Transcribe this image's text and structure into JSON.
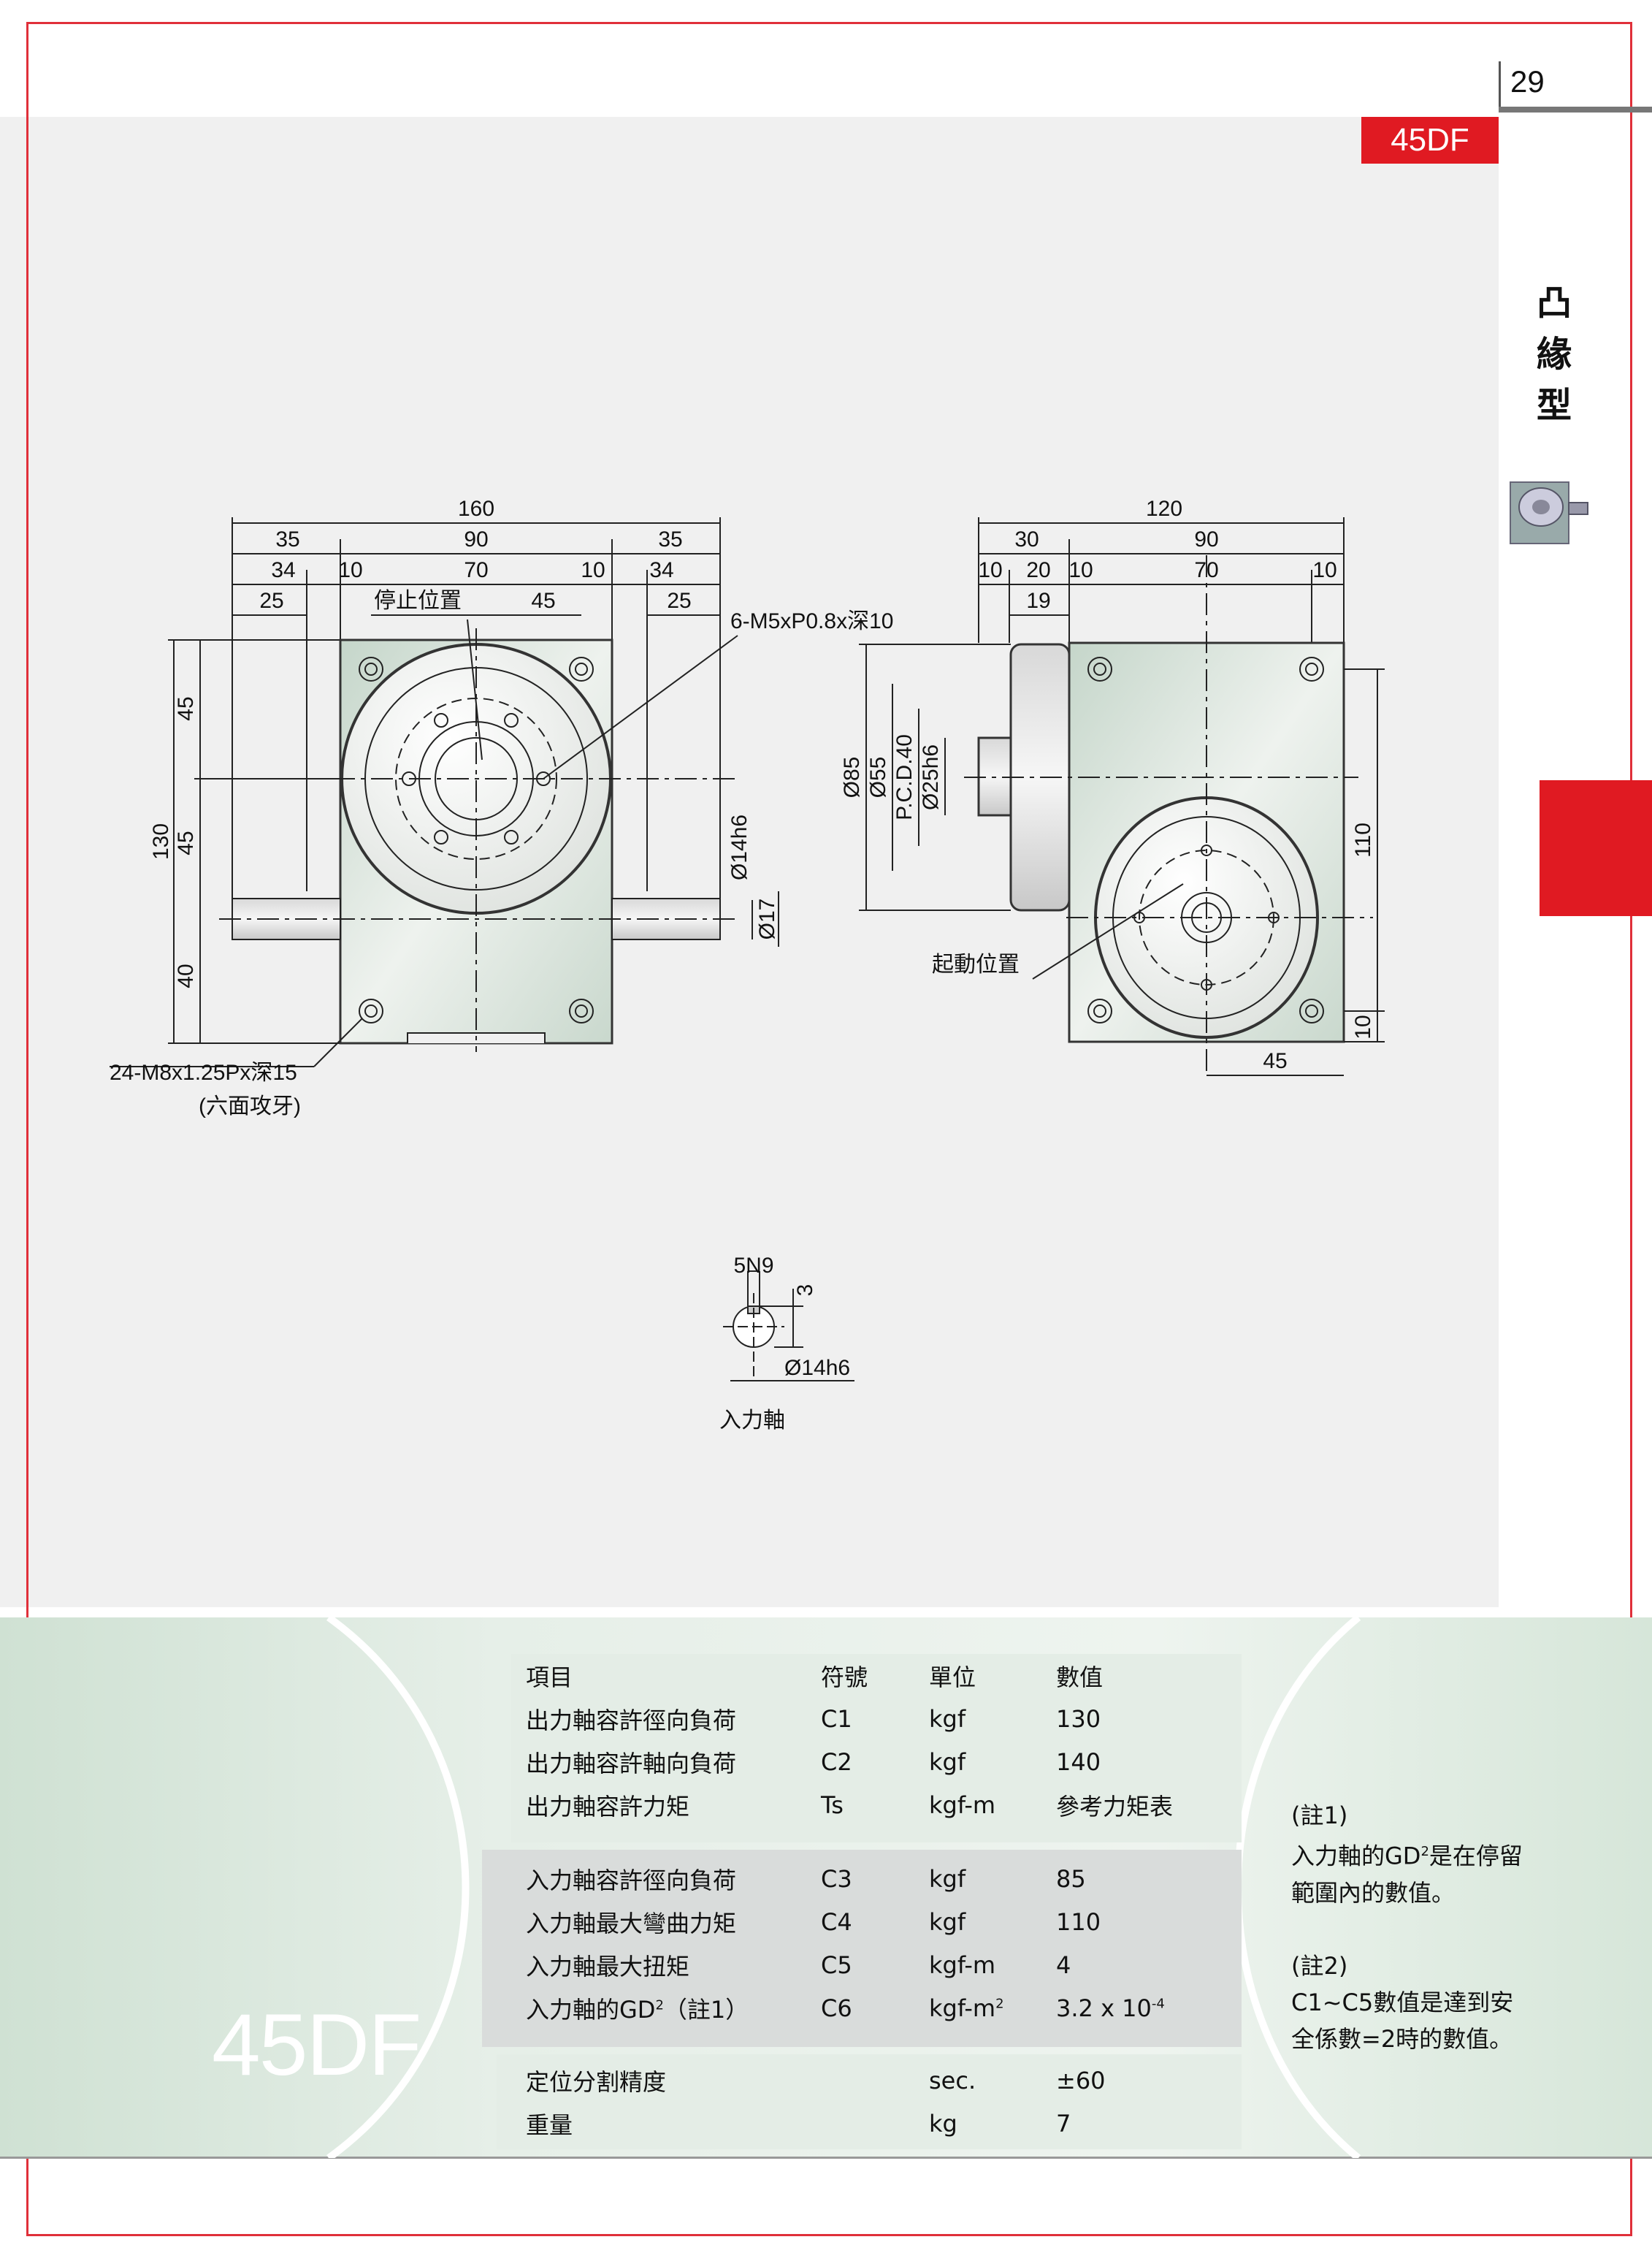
{
  "page": {
    "number": "29",
    "model_tab": "45DF",
    "category": [
      "凸",
      "緣",
      "型"
    ],
    "brand_red": "#e01a22"
  },
  "drawing": {
    "front": {
      "dim_160": "160",
      "dim_35_left": "35",
      "dim_90": "90",
      "dim_35_right": "35",
      "dim_34_left": "34",
      "dim_10_a": "10",
      "dim_70": "70",
      "dim_10_b": "10",
      "dim_34_right": "34",
      "dim_25_left": "25",
      "stop_position": "停止位置",
      "dim_45": "45",
      "dim_25_right": "25",
      "thread_note": "6-M5xP0.8x深10",
      "dim_130": "130",
      "dim_45_v1": "45",
      "dim_45_v2": "45",
      "dim_40": "40",
      "shaft_d14": "Ø14h6",
      "shaft_d17": "Ø17",
      "bottom_thread": "24-M8x1.25Px深15",
      "bottom_thread_sub": "(六面攻牙)"
    },
    "side": {
      "dim_120": "120",
      "dim_30": "30",
      "dim_90": "90",
      "dim_10_a": "10",
      "dim_20": "20",
      "dim_10_b": "10",
      "dim_70": "70",
      "dim_10_c": "10",
      "dim_19": "19",
      "d85": "Ø85",
      "d55": "Ø55",
      "pcd": "P.C.D.40",
      "d25": "Ø25h6",
      "start_position": "起動位置",
      "dim_110": "110",
      "dim_10_v": "10",
      "dim_45": "45"
    },
    "key": {
      "key_width": "5N9",
      "key_depth": "3",
      "shaft": "Ø14h6",
      "label": "入力軸"
    }
  },
  "specs": {
    "model": "45DF",
    "header": [
      "項目",
      "符號",
      "單位",
      "數值"
    ],
    "group1": [
      [
        "出力軸容許徑向負荷",
        "C1",
        "kgf",
        "130"
      ],
      [
        "出力軸容許軸向負荷",
        "C2",
        "kgf",
        "140"
      ],
      [
        "出力軸容許力矩",
        "Ts",
        "kgf-m",
        "參考力矩表"
      ]
    ],
    "group2": [
      [
        "入力軸容許徑向負荷",
        "C3",
        "kgf",
        "85"
      ],
      [
        "入力軸最大彎曲力矩",
        "C4",
        "kgf",
        "110"
      ],
      [
        "入力軸最大扭矩",
        "C5",
        "kgf-m",
        "4"
      ]
    ],
    "gd_row": {
      "item_a": "入力軸的GD",
      "item_sup": "2",
      "item_b": "（註1）",
      "symbol": "C6",
      "unit_a": "kgf-m",
      "unit_sup": "2",
      "value_a": "3.2 x 10",
      "value_sup": "-4"
    },
    "group3": [
      [
        "定位分割精度",
        "",
        "sec.",
        "±60"
      ],
      [
        "重量",
        "",
        "kg",
        "7"
      ]
    ],
    "notes": {
      "n1_title": "(註1)",
      "n1_a": "入力軸的GD",
      "n1_sup": "2",
      "n1_b": "是在停留範圍內的數值。",
      "n2_title": "(註2)",
      "n2_body": "C1~C5數值是達到安全係數=2時的數值。"
    }
  }
}
